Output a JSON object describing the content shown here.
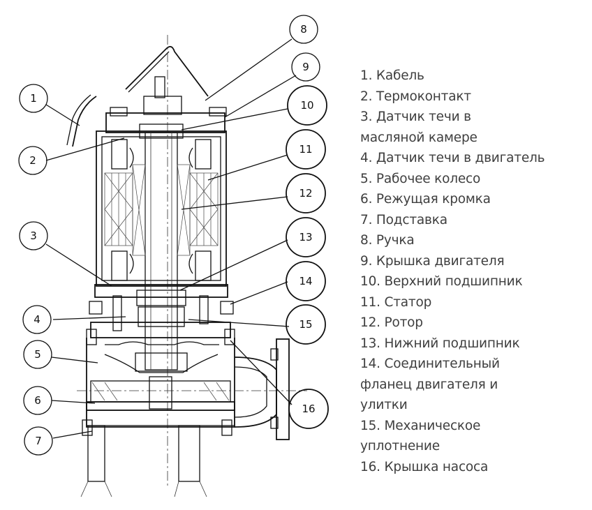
{
  "callouts": [
    {
      "num": "1"
    },
    {
      "num": "2"
    },
    {
      "num": "3"
    },
    {
      "num": "4"
    },
    {
      "num": "5"
    },
    {
      "num": "6"
    },
    {
      "num": "7"
    },
    {
      "num": "8"
    },
    {
      "num": "9"
    },
    {
      "num": "10"
    },
    {
      "num": "11"
    },
    {
      "num": "12"
    },
    {
      "num": "13"
    },
    {
      "num": "14"
    },
    {
      "num": "15"
    },
    {
      "num": "16"
    }
  ],
  "legend": [
    "1. Кабель",
    "2. Термоконтакт",
    "3. Датчик течи в",
    "масляной камере",
    "4. Датчик течи в двигатель",
    "5. Рабочее колесо",
    "6. Режущая кромка",
    "7. Подставка",
    "8. Ручка",
    "9. Крышка двигателя",
    "10. Верхний подшипник",
    "11. Статор",
    "12. Ротор",
    "13. Нижний подшипник",
    "14. Соединительный",
    "фланец двигателя и",
    "улитки",
    "15. Механическое",
    "уплотнение",
    "16. Крышка насоса"
  ]
}
